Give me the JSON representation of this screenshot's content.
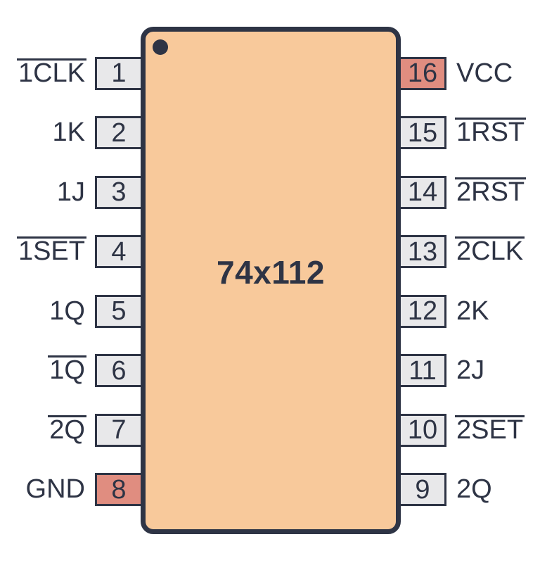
{
  "diagram": {
    "chip_label": "74x112"
  },
  "colors": {
    "outline": "#2E3445",
    "chip_fill": "#F8C99B",
    "pin_fill": "#E8E8EA",
    "power_pin_fill": "#E08D80",
    "background": "#FFFFFF"
  },
  "pins": {
    "left": [
      {
        "number": "1",
        "label": "1CLK",
        "overline": true,
        "power": false
      },
      {
        "number": "2",
        "label": "1K",
        "overline": false,
        "power": false
      },
      {
        "number": "3",
        "label": "1J",
        "overline": false,
        "power": false
      },
      {
        "number": "4",
        "label": "1SET",
        "overline": true,
        "power": false
      },
      {
        "number": "5",
        "label": "1Q",
        "overline": false,
        "power": false
      },
      {
        "number": "6",
        "label": "1Q",
        "overline": true,
        "power": false
      },
      {
        "number": "7",
        "label": "2Q",
        "overline": true,
        "power": false
      },
      {
        "number": "8",
        "label": "GND",
        "overline": false,
        "power": true
      }
    ],
    "right": [
      {
        "number": "16",
        "label": "VCC",
        "overline": false,
        "power": true
      },
      {
        "number": "15",
        "label": "1RST",
        "overline": true,
        "power": false
      },
      {
        "number": "14",
        "label": "2RST",
        "overline": true,
        "power": false
      },
      {
        "number": "13",
        "label": "2CLK",
        "overline": true,
        "power": false
      },
      {
        "number": "12",
        "label": "2K",
        "overline": false,
        "power": false
      },
      {
        "number": "11",
        "label": "2J",
        "overline": false,
        "power": false
      },
      {
        "number": "10",
        "label": "2SET",
        "overline": true,
        "power": false
      },
      {
        "number": "9",
        "label": "2Q",
        "overline": false,
        "power": false
      }
    ]
  }
}
